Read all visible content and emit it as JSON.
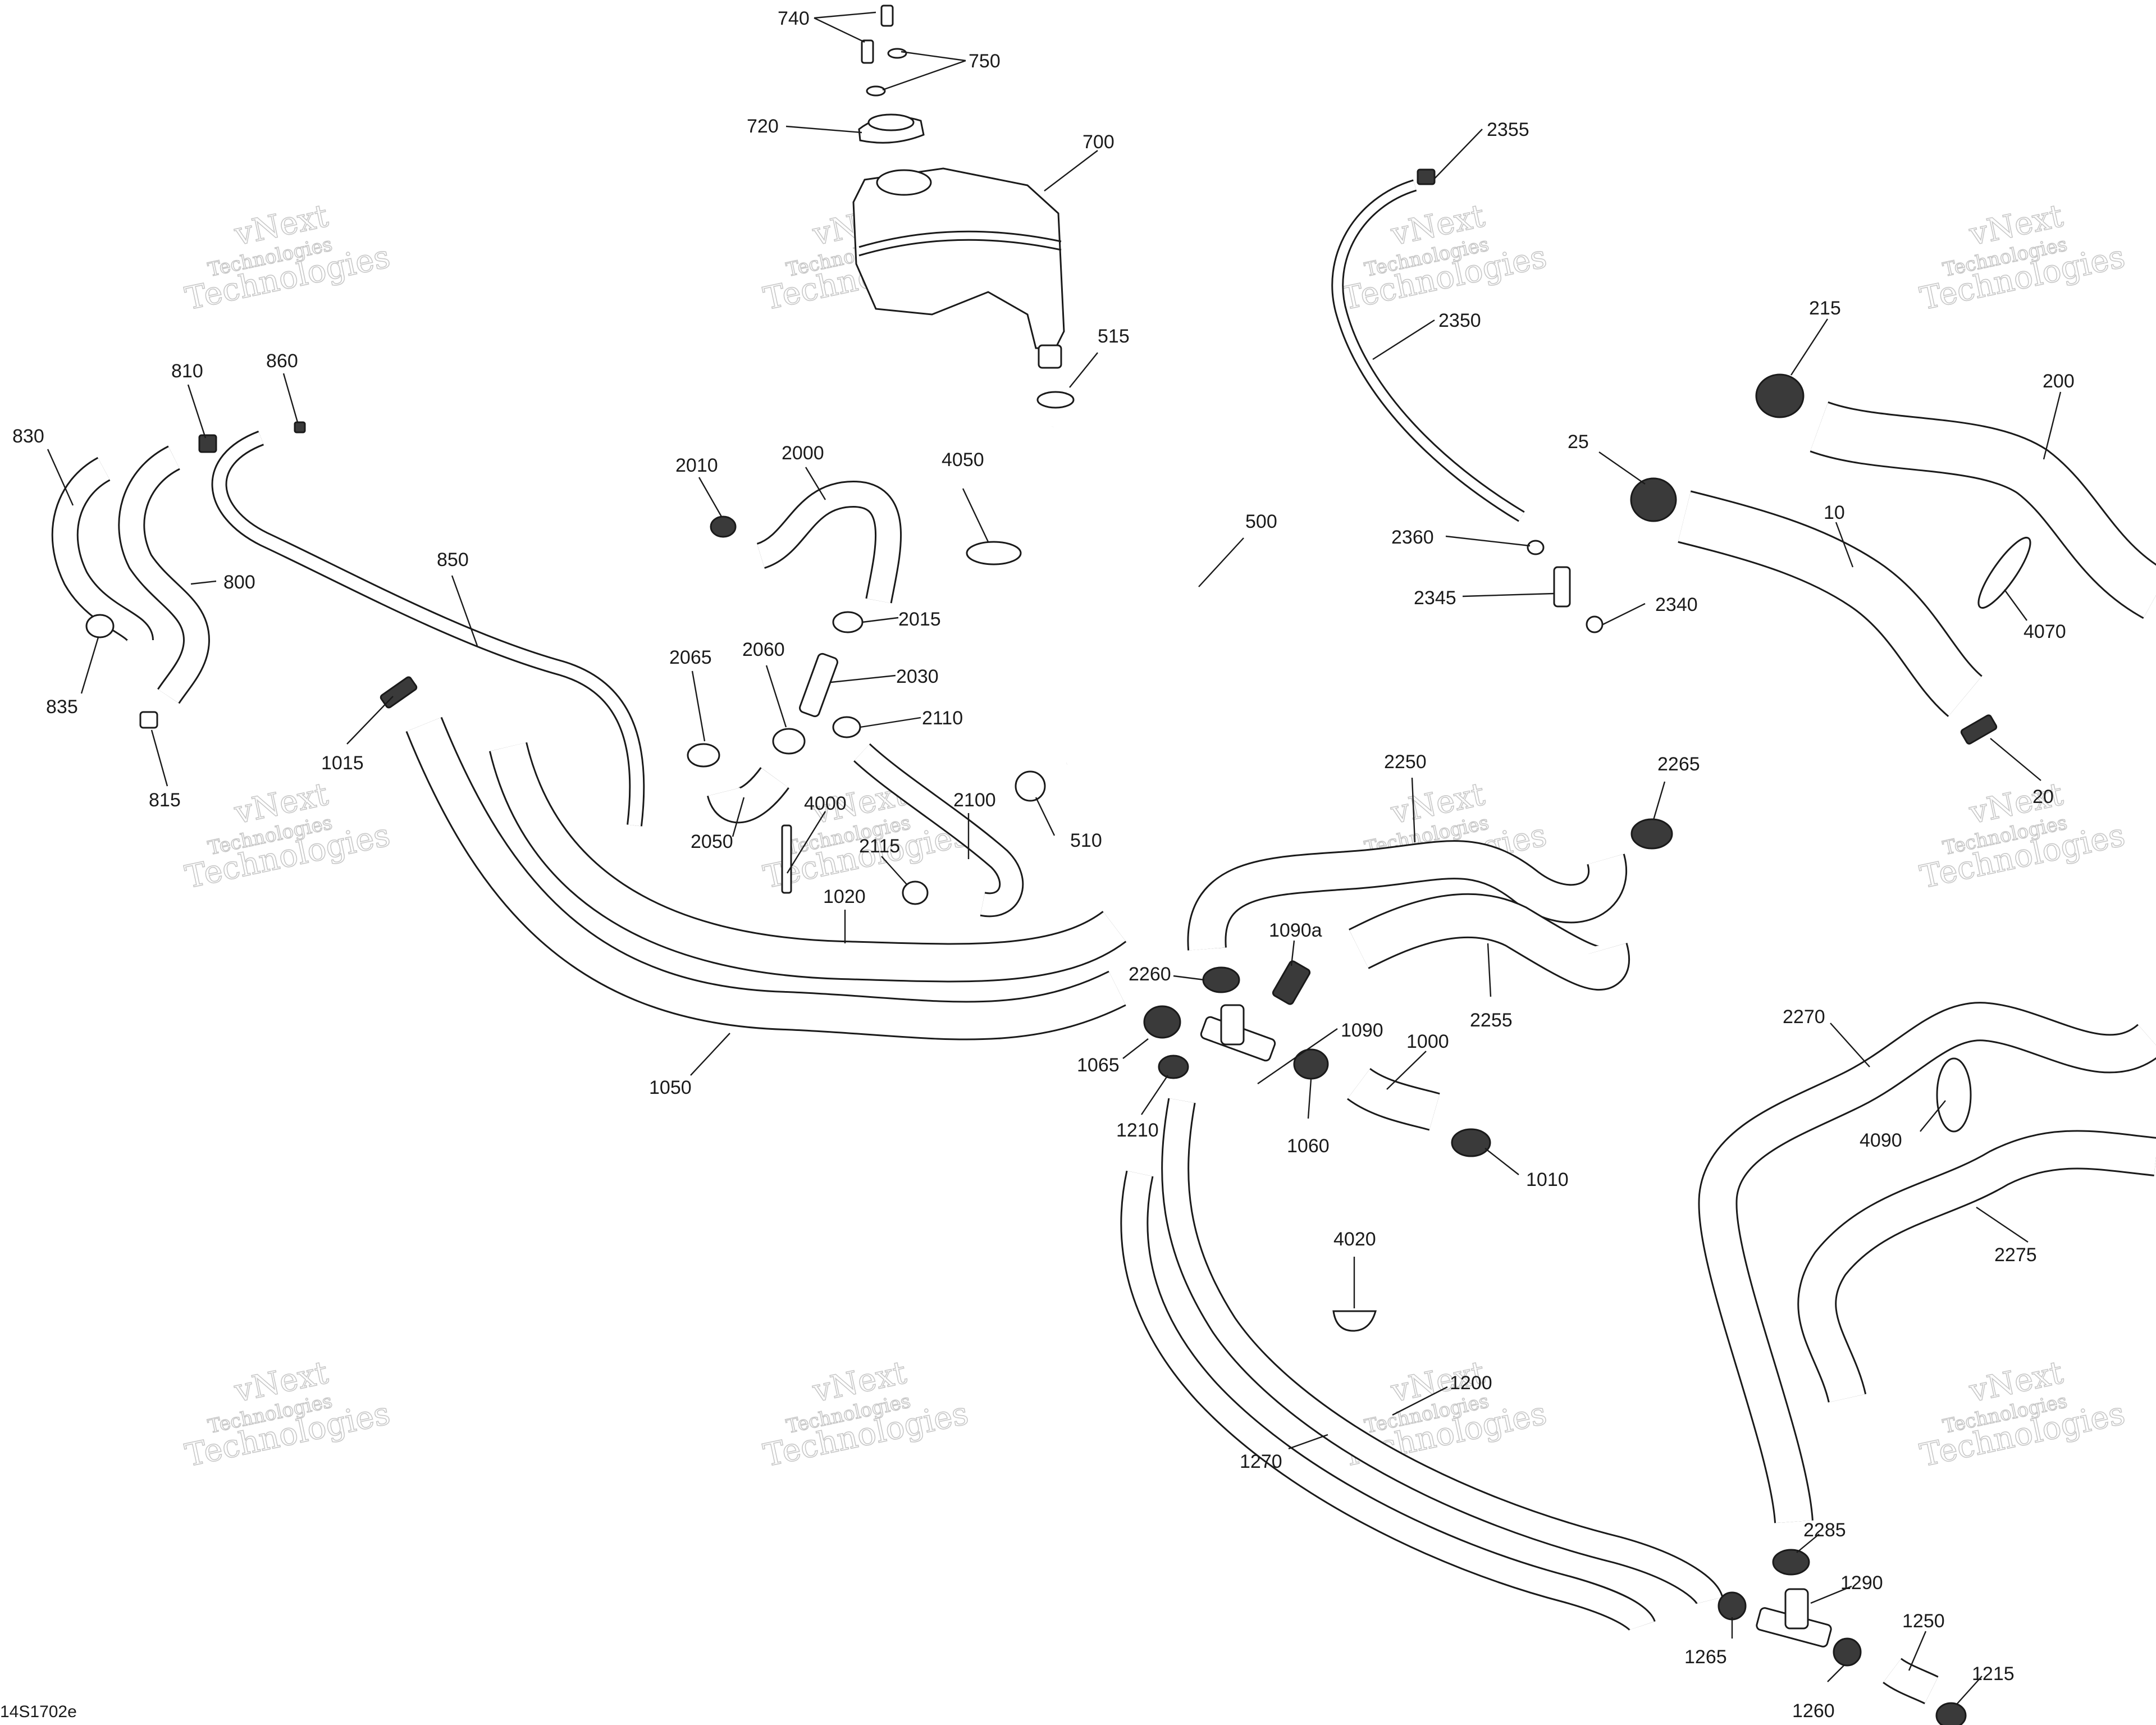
{
  "figure_id": "14S1702e",
  "watermark": {
    "line1": "vNext",
    "line2": "Technologies"
  },
  "callouts": [
    {
      "id": "740",
      "label": "740"
    },
    {
      "id": "750",
      "label": "750"
    },
    {
      "id": "720",
      "label": "720"
    },
    {
      "id": "700",
      "label": "700"
    },
    {
      "id": "2355",
      "label": "2355"
    },
    {
      "id": "2350",
      "label": "2350"
    },
    {
      "id": "215",
      "label": "215"
    },
    {
      "id": "200",
      "label": "200"
    },
    {
      "id": "515",
      "label": "515"
    },
    {
      "id": "810",
      "label": "810"
    },
    {
      "id": "860",
      "label": "860"
    },
    {
      "id": "830",
      "label": "830"
    },
    {
      "id": "2010",
      "label": "2010"
    },
    {
      "id": "2000",
      "label": "2000"
    },
    {
      "id": "4050",
      "label": "4050"
    },
    {
      "id": "500",
      "label": "500"
    },
    {
      "id": "25",
      "label": "25"
    },
    {
      "id": "10",
      "label": "10"
    },
    {
      "id": "2360",
      "label": "2360"
    },
    {
      "id": "850",
      "label": "850"
    },
    {
      "id": "800",
      "label": "800"
    },
    {
      "id": "2345",
      "label": "2345"
    },
    {
      "id": "2340",
      "label": "2340"
    },
    {
      "id": "2015",
      "label": "2015"
    },
    {
      "id": "4070",
      "label": "4070"
    },
    {
      "id": "2065",
      "label": "2065"
    },
    {
      "id": "2060",
      "label": "2060"
    },
    {
      "id": "2030",
      "label": "2030"
    },
    {
      "id": "835",
      "label": "835"
    },
    {
      "id": "2110",
      "label": "2110"
    },
    {
      "id": "1015",
      "label": "1015"
    },
    {
      "id": "815",
      "label": "815"
    },
    {
      "id": "2250",
      "label": "2250"
    },
    {
      "id": "2265",
      "label": "2265"
    },
    {
      "id": "20",
      "label": "20"
    },
    {
      "id": "4000",
      "label": "4000"
    },
    {
      "id": "2100",
      "label": "2100"
    },
    {
      "id": "2050",
      "label": "2050"
    },
    {
      "id": "510",
      "label": "510"
    },
    {
      "id": "2115",
      "label": "2115"
    },
    {
      "id": "1020",
      "label": "1020"
    },
    {
      "id": "1090a",
      "label": "1090a"
    },
    {
      "id": "2260",
      "label": "2260"
    },
    {
      "id": "2255",
      "label": "2255"
    },
    {
      "id": "2270",
      "label": "2270"
    },
    {
      "id": "1090",
      "label": "1090"
    },
    {
      "id": "1000",
      "label": "1000"
    },
    {
      "id": "1065",
      "label": "1065"
    },
    {
      "id": "1050",
      "label": "1050"
    },
    {
      "id": "4090",
      "label": "4090"
    },
    {
      "id": "1210",
      "label": "1210"
    },
    {
      "id": "1060",
      "label": "1060"
    },
    {
      "id": "1010",
      "label": "1010"
    },
    {
      "id": "2275",
      "label": "2275"
    },
    {
      "id": "4020",
      "label": "4020"
    },
    {
      "id": "1200",
      "label": "1200"
    },
    {
      "id": "1270",
      "label": "1270"
    },
    {
      "id": "2285",
      "label": "2285"
    },
    {
      "id": "1290",
      "label": "1290"
    },
    {
      "id": "1250",
      "label": "1250"
    },
    {
      "id": "1265",
      "label": "1265"
    },
    {
      "id": "1215",
      "label": "1215"
    },
    {
      "id": "1260",
      "label": "1260"
    }
  ]
}
